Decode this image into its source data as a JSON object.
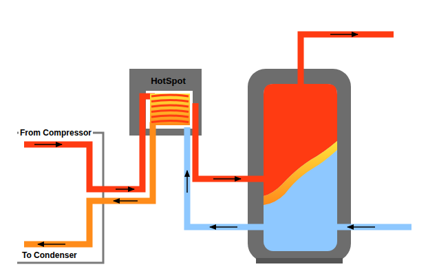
{
  "diagram": {
    "nodes": [
      {
        "text": [
          "HotSpot"
        ]
      }
    ],
    "labels": [
      "From Compressor",
      "To Condenser"
    ]
  }
}
